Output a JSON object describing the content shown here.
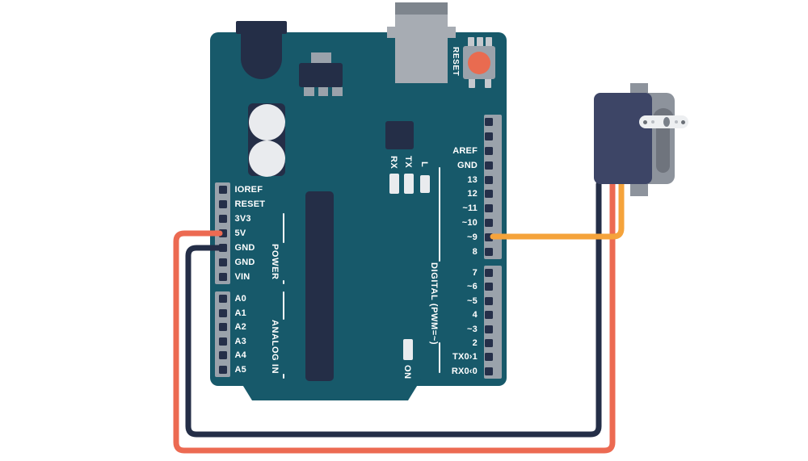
{
  "board": {
    "color": "#17596A",
    "component_color": "#242E47",
    "header_color": "#9AA2AB",
    "label_color": "#FFFFFF",
    "power_pins": [
      "IOREF",
      "RESET",
      "3V3",
      "5V",
      "GND",
      "GND",
      "VIN"
    ],
    "power_group_label": "POWER",
    "analog_pins": [
      "A0",
      "A1",
      "A2",
      "A3",
      "A4",
      "A5"
    ],
    "analog_group_label": "ANALOG IN",
    "digital_top_pins": [
      "",
      "",
      "AREF",
      "GND",
      "13",
      "12",
      "~11",
      "~10",
      "~9",
      "8"
    ],
    "digital_bottom_pins": [
      "7",
      "~6",
      "~5",
      "4",
      "~3",
      "2",
      "TX0›1",
      "RX0‹0"
    ],
    "digital_group_label": "DIGITAL (PWM=~)",
    "reset_button_label": "RESET",
    "reset_button_color": "#E96B50",
    "status_led_labels": [
      "RX",
      "TX",
      "L"
    ],
    "power_led_label": "ON"
  },
  "servo": {
    "body_color": "#3D4566",
    "gear_housing_color": "#8D939C",
    "slot_color": "#6F747D",
    "horn_color": "#EDEFF1"
  },
  "wires": {
    "power": {
      "color": "#EC6A52",
      "from_pin": "5V"
    },
    "ground": {
      "color": "#242E47",
      "from_pin": "GND"
    },
    "signal": {
      "color": "#F5A33B",
      "from_pin": "~9"
    }
  }
}
